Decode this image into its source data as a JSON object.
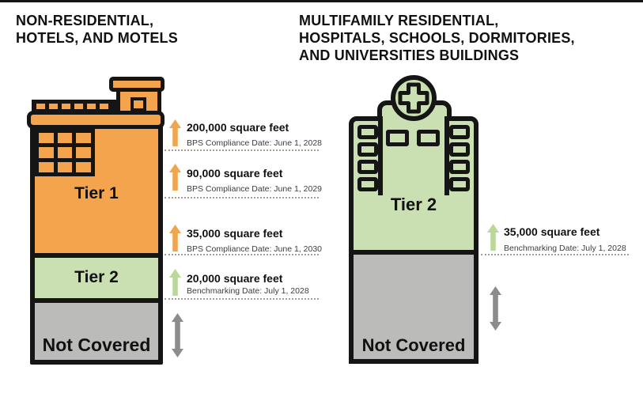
{
  "colors": {
    "orange": "#F4A44C",
    "orange_arrow": "#F0A64F",
    "green": "#CBE0B2",
    "green_arrow": "#B9D89A",
    "gray": "#BBBBBA",
    "gray_arrow": "#8C8C8C",
    "outline": "#151515"
  },
  "left": {
    "title": "NON-RESIDENTIAL,\nHOTELS, AND MOTELS",
    "building": {
      "tier1_label": "Tier 1",
      "tier2_label": "Tier 2",
      "not_covered_label": "Not Covered"
    },
    "annotations": [
      {
        "size": "200,000 square feet",
        "date": "BPS Compliance Date: June 1, 2028",
        "arrow": "orange-up-arrow"
      },
      {
        "size": "90,000 square feet",
        "date": "BPS Compliance Date: June 1, 2029",
        "arrow": "orange-up-arrow"
      },
      {
        "size": "35,000 square feet",
        "date": "BPS Compliance Date: June 1, 2030",
        "arrow": "orange-up-arrow"
      },
      {
        "size": "20,000 square feet",
        "date": "Benchmarking Date: July 1, 2028",
        "arrow": "green-up-arrow"
      }
    ]
  },
  "right": {
    "title": "MULTIFAMILY RESIDENTIAL,\nHOSPITALS, SCHOOLS, DORMITORIES,\nAND UNIVERSITIES BUILDINGS",
    "building": {
      "tier2_label": "Tier 2",
      "not_covered_label": "Not Covered"
    },
    "annotations": [
      {
        "size": "35,000 square feet",
        "date": "Benchmarking Date: July 1, 2028",
        "arrow": "green-up-arrow"
      }
    ]
  },
  "icons": {
    "up_arrow": "solid block arrow pointing up",
    "range_arrow": "double-headed vertical arrow",
    "medical_cross": "circle with plus sign on hospital roof"
  }
}
